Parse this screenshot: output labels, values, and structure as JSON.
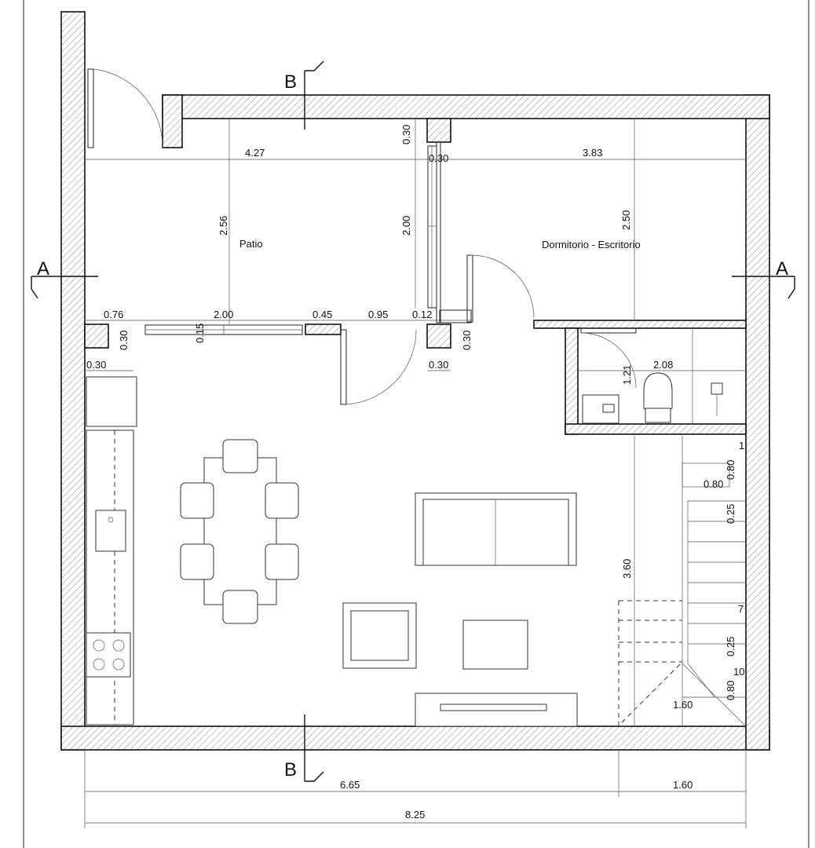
{
  "rooms": {
    "patio": "Patio",
    "bedroom": "Dormitorio - Escritorio"
  },
  "section_marks": {
    "a": "A",
    "b": "B"
  },
  "dimensions": {
    "patio_width": "4.27",
    "bedroom_width": "3.83",
    "patio_depth": "2.56",
    "bedroom_depth": "2.50",
    "top_jamb": "0.30",
    "top_jamb_2": "0.30",
    "window_height": "2.00",
    "left_jamb": "0.76",
    "opening": "2.00",
    "pier": "0.45",
    "door_gap": "0.95",
    "post": "0.12",
    "post_depth": "0.30",
    "post_width": "0.30",
    "window_sill": "0.15",
    "pillar_depth": "0.30",
    "pillar_width": "0.30",
    "bath_width": "2.08",
    "bath_depth": "1.21",
    "living_depth": "3.60",
    "stair_width": "0.80",
    "stair_rise_1": "0.80",
    "stair_tread_1": "0.25",
    "stair_tread_2": "0.25",
    "stair_rise_2": "0.80",
    "stair_landing": "1.60",
    "total_left": "6.65",
    "total_right": "1.60",
    "total": "8.25"
  },
  "stair_steps": {
    "first": "1",
    "middle": "7",
    "last": "10"
  }
}
